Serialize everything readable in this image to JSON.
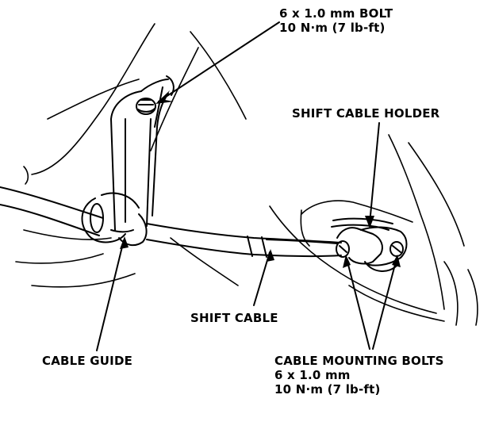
{
  "labels": {
    "bolt_top": {
      "line1": "6 x 1.0 mm BOLT",
      "line2": "10 N·m (7 lb-ft)"
    },
    "shift_cable_holder": "SHIFT CABLE HOLDER",
    "shift_cable": "SHIFT CABLE",
    "cable_guide": "CABLE GUIDE",
    "cable_mounting_bolts": {
      "line1": "CABLE MOUNTING BOLTS",
      "line2": "6 x 1.0 mm",
      "line3": "10 N·m (7 lb-ft)"
    }
  },
  "colors": {
    "ink": "#000000",
    "paper": "#ffffff"
  }
}
